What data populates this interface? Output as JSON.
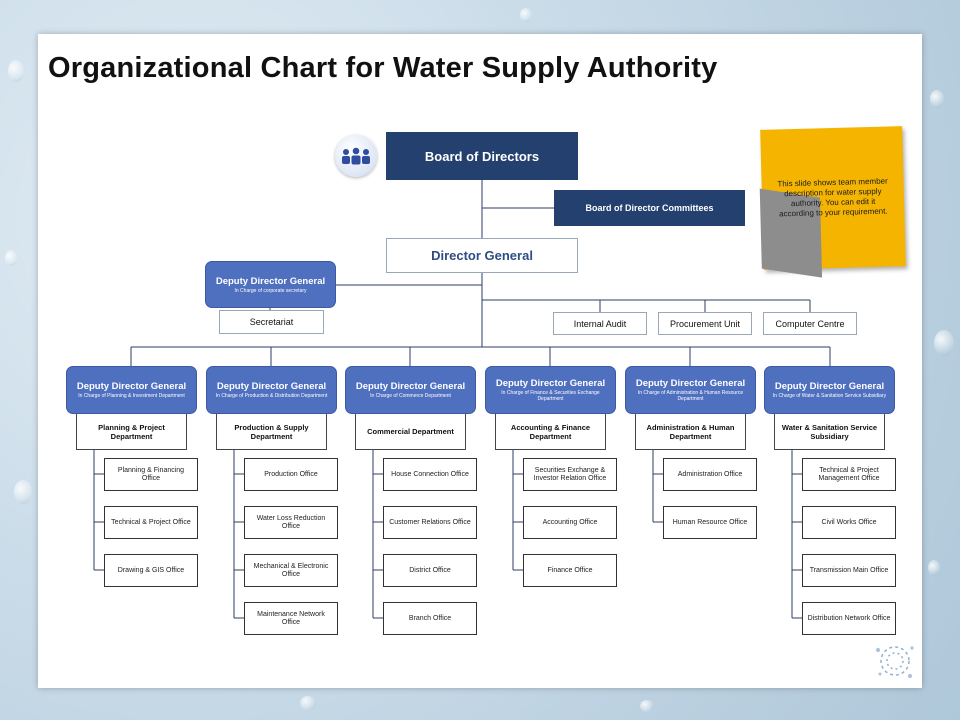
{
  "title": "Organizational Chart for Water Supply Authority",
  "board": "Board of Directors",
  "committees": "Board of Director Committees",
  "director_general": "Director General",
  "note": "This slide shows team member description for water supply authority. You can edit it according to your requirement.",
  "deputy_corporate": {
    "title": "Deputy Director General",
    "sub": "In Charge of corporate secretary"
  },
  "secretariat": "Secretariat",
  "support_units": [
    "Internal Audit",
    "Procurement Unit",
    "Computer Centre"
  ],
  "divisions": [
    {
      "title": "Deputy Director General",
      "sub": "In Charge of Planning & Investment Department",
      "dept": "Planning & Project Department",
      "offices": [
        "Planning & Financing Office",
        "Technical & Project Office",
        "Drawing & GIS Office"
      ]
    },
    {
      "title": "Deputy Director General",
      "sub": "In Charge of Production & Distribution Department",
      "dept": "Production & Supply Department",
      "offices": [
        "Production Office",
        "Water Loss Reduction Office",
        "Mechanical & Electronic Office",
        "Maintenance Network Office"
      ]
    },
    {
      "title": "Deputy Director General",
      "sub": "In Charge of Commerce Department",
      "dept": "Commercial Department",
      "offices": [
        "House Connection Office",
        "Customer Relations Office",
        "District Office",
        "Branch Office"
      ]
    },
    {
      "title": "Deputy Director General",
      "sub": "In Charge of Finance & Securities Exchange Department",
      "dept": "Accounting & Finance Department",
      "offices": [
        "Securities Exchange & Investor Relation Office",
        "Accounting Office",
        "Finance Office"
      ]
    },
    {
      "title": "Deputy Director General",
      "sub": "In Charge of Administration & Human Resource Department",
      "dept": "Administration & Human Department",
      "offices": [
        "Administration Office",
        "Human Resource Office"
      ]
    },
    {
      "title": "Deputy Director General",
      "sub": "In Charge of Water & Sanitation Service Subsidiary",
      "dept": "Water & Sanitation Service Subsidiary",
      "offices": [
        "Technical & Project Management Office",
        "Civil Works Office",
        "Transmission Main Office",
        "Distribution Network Office"
      ]
    }
  ]
}
